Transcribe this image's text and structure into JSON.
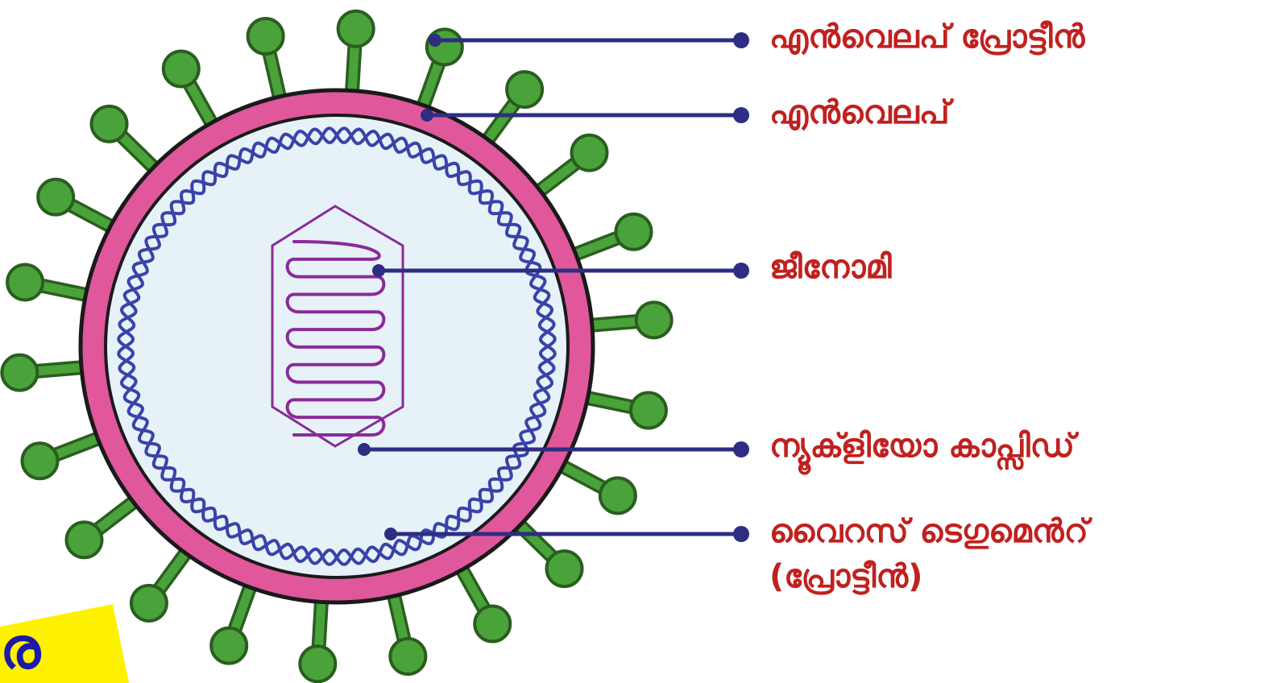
{
  "diagram": {
    "labels": {
      "envelope_protein": "എൻവെലപ് പ്രോട്ടീൻ",
      "envelope": "എൻവെലപ്",
      "genome": "ജീനോമി",
      "nucleocapsid": "ന്യൂക്ളിയോ കാപ്സിഡ്",
      "tegument_line1": "വൈറസ് ടെഗുമെൻറ്",
      "tegument_line2": "(പ്രോട്ടീൻ)"
    },
    "corner_text": "ര",
    "colors": {
      "label_text": "#c0211f",
      "leader_line": "#2e2d84",
      "envelope_ring": "#e0579c",
      "inner_fill": "#e6f2f8",
      "spike_green": "#4aa33a",
      "spike_outline": "#2a5e1f",
      "dna_helix": "#3a43a8",
      "genome_coil": "#8a2a9a",
      "corner_highlight": "#fff200",
      "corner_text": "#1d1aa8"
    }
  }
}
